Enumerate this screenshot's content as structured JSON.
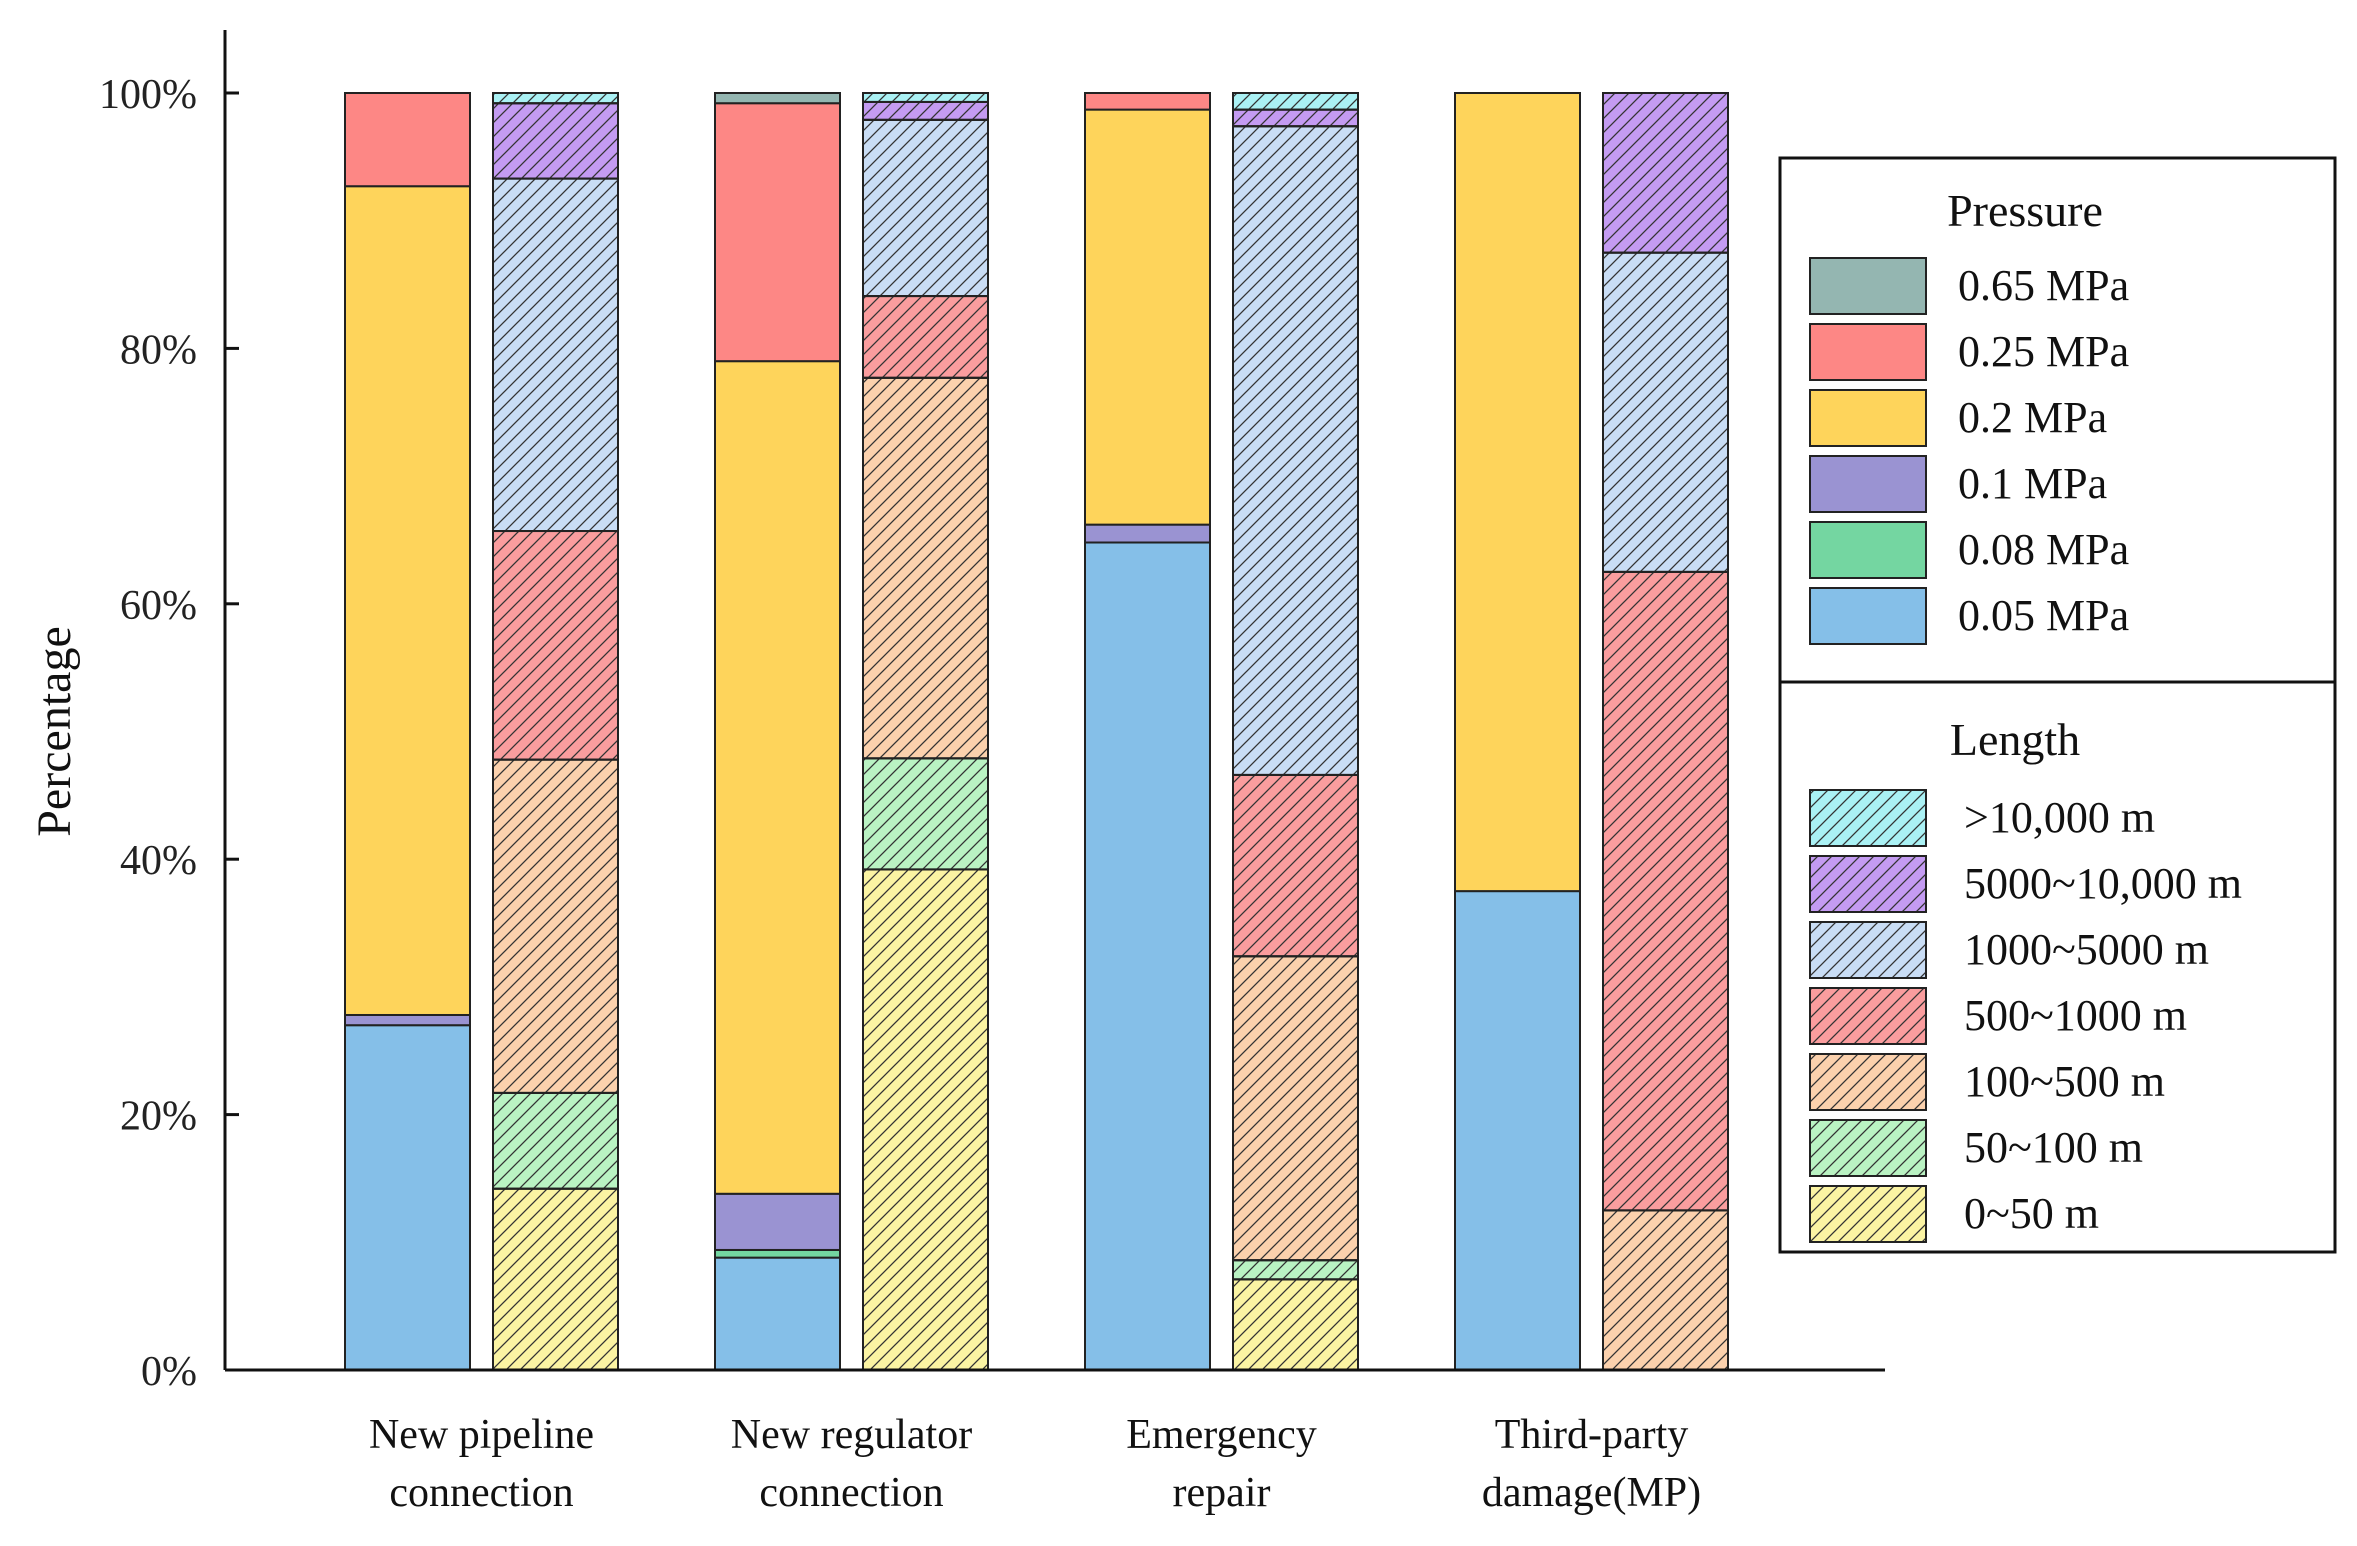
{
  "chart_data": {
    "type": "bar",
    "stacked": true,
    "ylabel": "Percentage",
    "xlabel": "",
    "ylim": [
      0,
      100
    ],
    "yticks": [
      "0%",
      "20%",
      "40%",
      "60%",
      "80%",
      "100%"
    ],
    "categories": [
      [
        "New pipeline",
        "connection"
      ],
      [
        "New regulator",
        "connection"
      ],
      [
        "Emergency",
        "repair"
      ],
      [
        "Third-party",
        "damage(MP)"
      ]
    ],
    "pressure": {
      "legend_title": "Pressure",
      "series": [
        {
          "name": "0.05 MPa",
          "color": "#85bfe8",
          "values": [
            27.0,
            8.8,
            64.8,
            37.5
          ]
        },
        {
          "name": "0.08 MPa",
          "color": "#74d6a1",
          "values": [
            0.0,
            0.6,
            0.0,
            0.0
          ]
        },
        {
          "name": "0.1 MPa",
          "color": "#9a93d2",
          "values": [
            0.8,
            4.4,
            1.4,
            0.0
          ]
        },
        {
          "name": "0.2 MPa",
          "color": "#fed45b",
          "values": [
            64.9,
            65.2,
            32.5,
            62.5
          ]
        },
        {
          "name": "0.25 MPa",
          "color": "#fd8785",
          "values": [
            7.3,
            20.2,
            1.3,
            0.0
          ]
        },
        {
          "name": "0.65 MPa",
          "color": "#94b6b1",
          "values": [
            0.0,
            0.8,
            0.0,
            0.0
          ]
        }
      ]
    },
    "length": {
      "legend_title": "Length",
      "series": [
        {
          "name": "0~50 m",
          "color": "#fbf4a3",
          "values": [
            14.2,
            39.2,
            7.1,
            0.0
          ]
        },
        {
          "name": "50~100 m",
          "color": "#baf3c3",
          "values": [
            7.5,
            8.7,
            1.5,
            0.0
          ]
        },
        {
          "name": "100~500 m",
          "color": "#fbd1ad",
          "values": [
            26.1,
            29.8,
            23.8,
            12.5
          ]
        },
        {
          "name": "500~1000 m",
          "color": "#fa9d9e",
          "values": [
            17.9,
            6.4,
            14.2,
            50.0
          ]
        },
        {
          "name": "1000~5000 m",
          "color": "#c9ddf5",
          "values": [
            27.6,
            13.8,
            50.8,
            25.0
          ]
        },
        {
          "name": "5000~10,000 m",
          "color": "#c49bf2",
          "values": [
            5.9,
            1.4,
            1.3,
            12.5
          ]
        },
        {
          "name": ">10,000 m",
          "color": "#aaf1f4",
          "values": [
            0.8,
            0.7,
            1.3,
            0.0
          ]
        }
      ]
    },
    "grid": false,
    "legend_position": "right"
  }
}
